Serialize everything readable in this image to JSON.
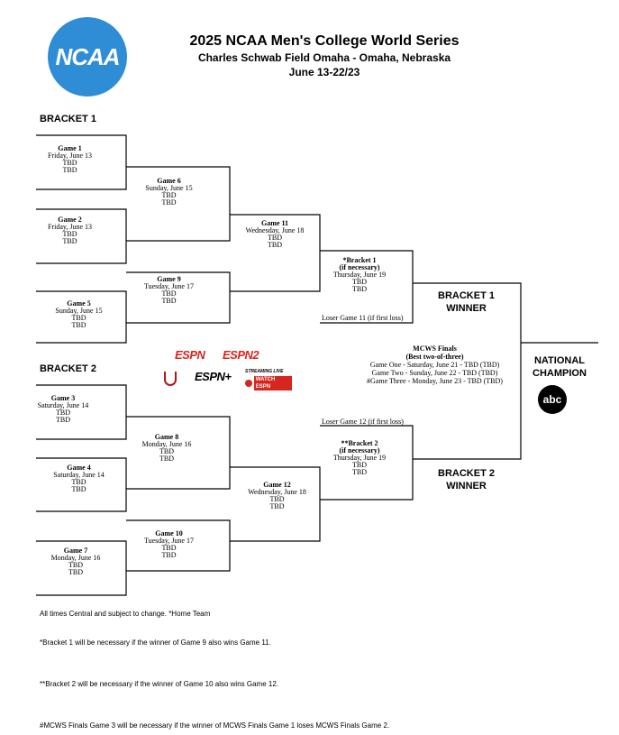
{
  "header": {
    "logo_text": "NCAA",
    "title": "2025 NCAA Men's College World Series",
    "subtitle": "Charles Schwab Field Omaha - Omaha, Nebraska",
    "dates": "June 13-22/23"
  },
  "bracket1": {
    "label": "BRACKET 1",
    "games": [
      {
        "title": "Game 1",
        "date": "Friday, June 13",
        "team1": "TBD",
        "team2": "TBD"
      },
      {
        "title": "Game 2",
        "date": "Friday, June 13",
        "team1": "TBD",
        "team2": "TBD"
      },
      {
        "title": "Game 5",
        "date": "Sunday, June 15",
        "team1": "TBD",
        "team2": "TBD"
      },
      {
        "title": "Game 6",
        "date": "Sunday, June 15",
        "team1": "TBD",
        "team2": "TBD"
      },
      {
        "title": "Game 9",
        "date": "Tuesday, June 17",
        "team1": "TBD",
        "team2": "TBD"
      },
      {
        "title": "Game 11",
        "date": "Wednesday, June 18",
        "team1": "TBD",
        "team2": "TBD"
      },
      {
        "title": "*Bracket 1",
        "sub": "(if necessary)",
        "date": "Thursday, June 19",
        "team1": "TBD",
        "team2": "TBD"
      }
    ],
    "loser_note": "Loser Game 11 (if first loss)",
    "winner": [
      "BRACKET 1",
      "WINNER"
    ]
  },
  "bracket2": {
    "label": "BRACKET 2",
    "games": [
      {
        "title": "Game 3",
        "date": "Saturday, June 14",
        "team1": "TBD",
        "team2": "TBD"
      },
      {
        "title": "Game 4",
        "date": "Saturday, June 14",
        "team1": "TBD",
        "team2": "TBD"
      },
      {
        "title": "Game 7",
        "date": "Monday, June 16",
        "team1": "TBD",
        "team2": "TBD"
      },
      {
        "title": "Game 8",
        "date": "Monday, June 16",
        "team1": "TBD",
        "team2": "TBD"
      },
      {
        "title": "Game 10",
        "date": "Tuesday, June 17",
        "team1": "TBD",
        "team2": "TBD"
      },
      {
        "title": "Game 12",
        "date": "Wednesday, June 18",
        "team1": "TBD",
        "team2": "TBD"
      },
      {
        "title": "**Bracket 2",
        "sub": "(if necessary)",
        "date": "Thursday, June 19",
        "team1": "TBD",
        "team2": "TBD"
      }
    ],
    "loser_note": "Loser Game 12 (if first loss)",
    "winner": [
      "BRACKET 2",
      "WINNER"
    ]
  },
  "finals": {
    "title": "MCWS Finals",
    "subtitle": "(Best two-of-three)",
    "games": [
      "Game One - Saturday, June 21 - TBD (TBD)",
      "Game Two - Sunday, June 22 - TBD (TBD)",
      "#Game Three - Monday, June 23 - TBD (TBD)"
    ]
  },
  "champion": {
    "line1": "NATIONAL",
    "line2": "CHAMPION",
    "network": "abc"
  },
  "broadcast": {
    "espn": "ESPN",
    "espn2": "ESPN2",
    "espn_plus": "ESPN+",
    "streaming": "STREAMING LIVE",
    "watch": "WATCH ESPN"
  },
  "colors": {
    "ncaa_blue": "#2f8dd5",
    "espn_red": "#d7261e"
  },
  "footnotes": [
    "All times Central and subject to change. *Home Team",
    "*Bracket 1 will be necessary if the winner of Game 9 also wins Game 11.",
    "**Bracket 2 will be necessary if the winner of Game 10 also wins Game 12.",
    "#MCWS Finals Game 3 will be necessary if the winner of MCWS Finals Game 1 loses MCWS Finals Game 2."
  ]
}
